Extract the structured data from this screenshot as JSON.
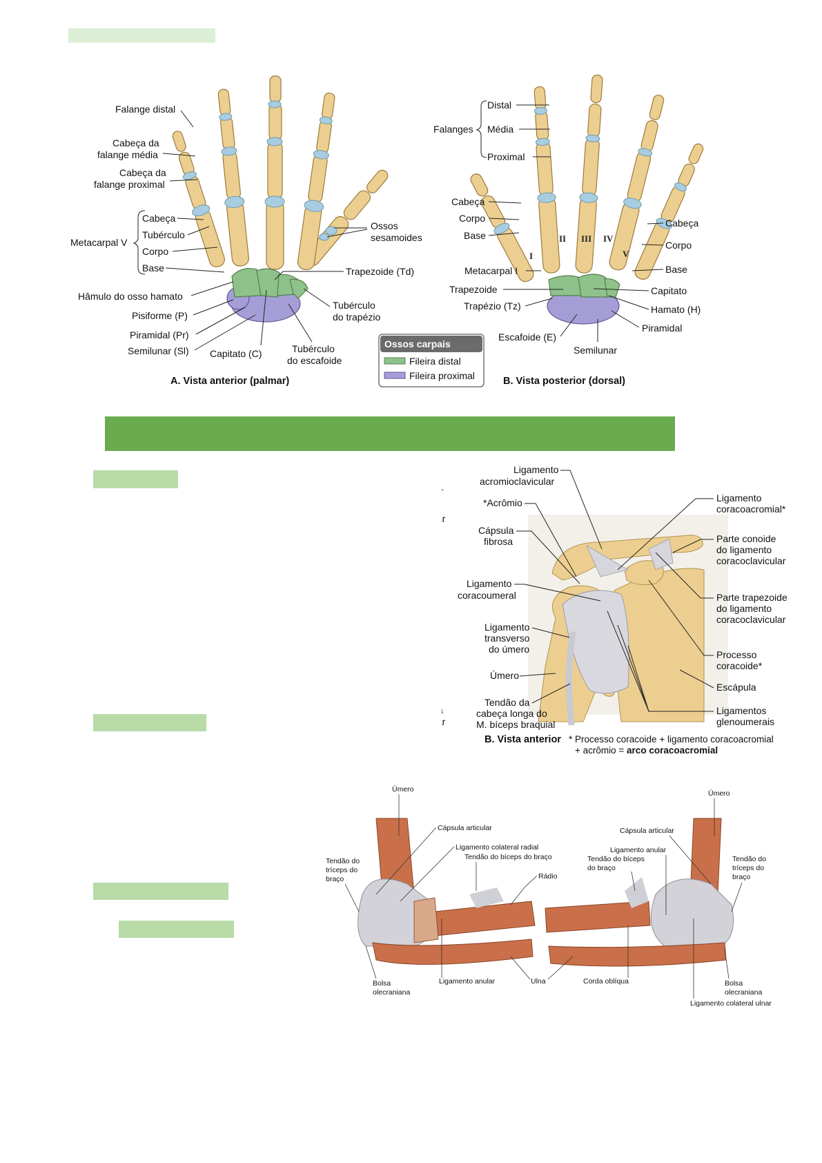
{
  "hand_figure": {
    "anterior": {
      "labels": {
        "falange_distal": "Falange distal",
        "cabeca_falange_media_1": "Cabeça da",
        "cabeca_falange_media_2": "falange média",
        "cabeca_falange_proximal_1": "Cabeça da",
        "cabeca_falange_proximal_2": "falange proximal",
        "metacarpal_v": "Metacarpal V",
        "cabeca": "Cabeça",
        "tuberculo": "Tubérculo",
        "corpo": "Corpo",
        "base": "Base",
        "hamulo": "Hâmulo do osso hamato",
        "pisiforme": "Pisiforme (P)",
        "piramidal": "Piramidal (Pr)",
        "semilunar": "Semilunar (Sl)",
        "capitato": "Capitato (C)",
        "tuberculo_escafoide_1": "Tubérculo",
        "tuberculo_escafoide_2": "do escafoide",
        "tuberculo_trapezio_1": "Tubérculo",
        "tuberculo_trapezio_2": "do trapézio",
        "trapezoide": "Trapezoide (Td)",
        "ossos_sesamoides_1": "Ossos",
        "ossos_sesamoides_2": "sesamoides"
      },
      "caption": "A. Vista anterior (palmar)"
    },
    "posterior": {
      "labels": {
        "falanges": "Falanges",
        "distal": "Distal",
        "media": "Média",
        "proximal": "Proximal",
        "cabeca_left": "Cabeça",
        "corpo_left": "Corpo",
        "base_left": "Base",
        "metacarpal_i": "Metacarpal I",
        "trapezoide": "Trapezoide",
        "trapezio": "Trapézio (Tz)",
        "escafoide": "Escafoide (E)",
        "semilunar": "Semilunar",
        "piramidal": "Piramidal",
        "hamato": "Hamato (H)",
        "capitato": "Capitato",
        "base_right": "Base",
        "corpo_right": "Corpo",
        "cabeca_right": "Cabeça"
      },
      "roman": [
        "I",
        "II",
        "III",
        "IV",
        "V"
      ],
      "caption": "B. Vista posterior (dorsal)"
    },
    "legend": {
      "title": "Ossos carpais",
      "items": [
        {
          "label": "Fileira distal",
          "color": "#8fc28a"
        },
        {
          "label": "Fileira proximal",
          "color": "#a59ed6"
        }
      ]
    }
  },
  "shoulder_figure": {
    "labels": {
      "lig_acromioclavicular_1": "Ligamento",
      "lig_acromioclavicular_2": "acromioclavicular",
      "acromio": "*Acrômio",
      "capsula_1": "Cápsula",
      "capsula_2": "fibrosa",
      "lig_coracoumeral_1": "Ligamento",
      "lig_coracoumeral_2": "coracoumeral",
      "lig_transverso_1": "Ligamento",
      "lig_transverso_2": "transverso",
      "lig_transverso_3": "do úmero",
      "umero": "Úmero",
      "tendao_1": "Tendão da",
      "tendao_2": "cabeça longa do",
      "tendao_3": "M. bíceps braquial",
      "lig_coracoacromial_1": "Ligamento",
      "lig_coracoacromial_2": "coracoacromial*",
      "conoide_1": "Parte conoide",
      "conoide_2": "do ligamento",
      "conoide_3": "coracoclavicular",
      "trapezoide_1": "Parte trapezoide",
      "trapezoide_2": "do ligamento",
      "trapezoide_3": "coracoclavicular",
      "processo_1": "Processo",
      "processo_2": "coracoide*",
      "escapula": "Escápula",
      "glenoumerais_1": "Ligamentos",
      "glenoumerais_2": "glenoumerais",
      "cut_1": "ar",
      "cut_2": "ular",
      "cut_3": "sula",
      "cut_4": "ular"
    },
    "caption": "B. Vista anterior",
    "note_1": "* Processo coracoide + ligamento coracoacromial",
    "note_2_prefix": "+ acrômio = ",
    "note_2_bold": "arco coracoacromial"
  },
  "elbow_figure": {
    "left": {
      "umero": "Úmero",
      "capsula": "Cápsula articular",
      "lig_colateral_radial": "Ligamento colateral radial",
      "tendao_biceps": "Tendão do bíceps do braço",
      "radio": "Rádio",
      "triceps_1": "Tendão do",
      "triceps_2": "tríceps do",
      "triceps_3": "braço",
      "bolsa_1": "Bolsa",
      "bolsa_2": "olecraniana",
      "lig_anular": "Ligamento anular",
      "ulna": "Ulna"
    },
    "right": {
      "umero": "Úmero",
      "capsula": "Cápsula articular",
      "lig_anular": "Ligamento anular",
      "tendao_biceps_1": "Tendão do bíceps",
      "tendao_biceps_2": "do braço",
      "triceps_1": "Tendão do",
      "triceps_2": "tríceps do",
      "triceps_3": "braço",
      "corda": "Corda oblíqua",
      "bolsa_1": "Bolsa",
      "bolsa_2": "olecraniana",
      "lig_colateral_ulnar": "Ligamento colateral ulnar"
    }
  }
}
